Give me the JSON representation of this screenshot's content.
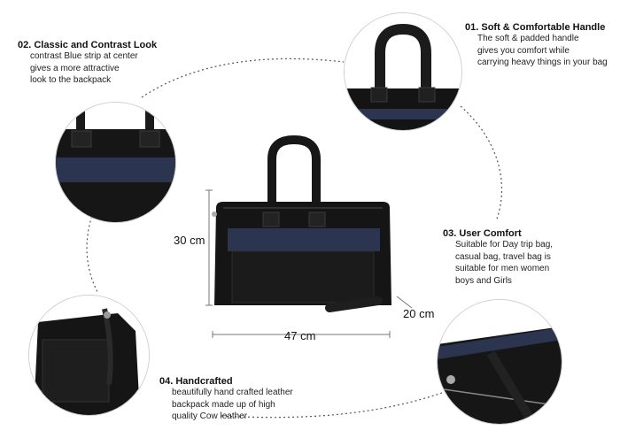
{
  "features": [
    {
      "number": "01.",
      "title": "Soft & Comfortable Handle",
      "description": "The soft & padded handle\ngives you comfort while\ncarrying heavy things in your bag"
    },
    {
      "number": "02.",
      "title": "Classic and Contrast Look",
      "description": "contrast Blue strip at center\ngives a more attractive\nlook to the backpack"
    },
    {
      "number": "03.",
      "title": "User Comfort",
      "description": "Suitable for Day trip bag,\ncasual bag, travel bag is\nsuitable for men women\nboys and Girls"
    },
    {
      "number": "04.",
      "title": "Handcrafted",
      "description": "beautifully hand crafted leather\nbackpack made up of high\nquality Cow leather"
    }
  ],
  "dimensions": {
    "height": "30 cm",
    "width": "47 cm",
    "depth": "20 cm"
  },
  "colors": {
    "leather": "#151515",
    "strip": "#2b3550",
    "stitch": "#3a3a3a"
  }
}
